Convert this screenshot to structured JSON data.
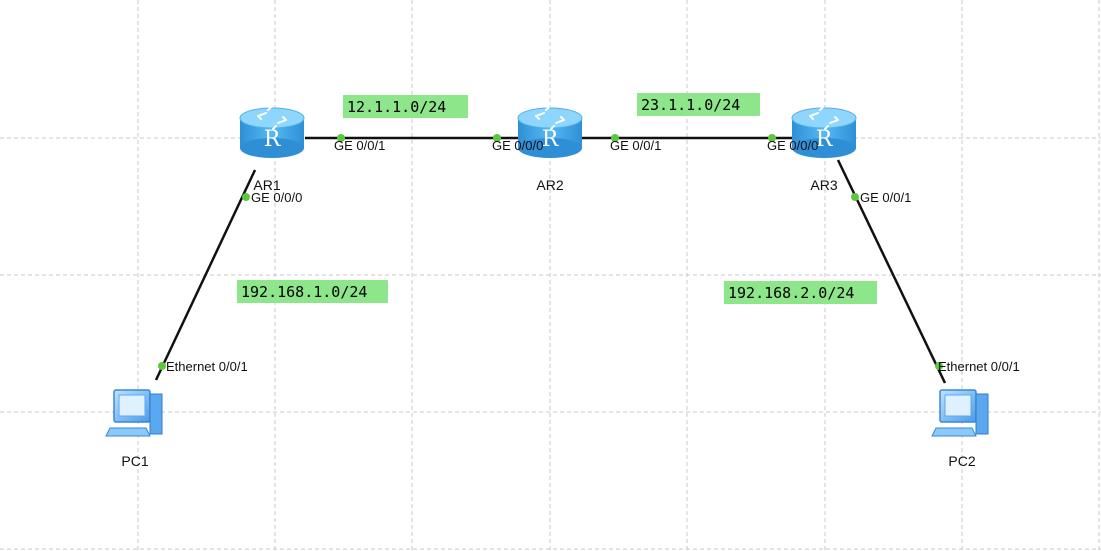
{
  "colors": {
    "grid": "#c8c8c8",
    "link": "#111111",
    "port_dot": "#5cc83c",
    "subnet_bg": "#8ee68a",
    "router_body": "#3fa8e8",
    "router_top": "#8fd6ff",
    "pc_body": "#5aa9f0"
  },
  "devices": {
    "ar1": {
      "name": "AR1",
      "icon": "router-icon"
    },
    "ar2": {
      "name": "AR2",
      "icon": "router-icon"
    },
    "ar3": {
      "name": "AR3",
      "icon": "router-icon"
    },
    "pc1": {
      "name": "PC1",
      "icon": "pc-icon"
    },
    "pc2": {
      "name": "PC2",
      "icon": "pc-icon"
    }
  },
  "interfaces": {
    "ar1_ge001": "GE 0/0/1",
    "ar1_ge000": "GE 0/0/0",
    "ar2_ge000": "GE 0/0/0",
    "ar2_ge001": "GE 0/0/1",
    "ar3_ge000": "GE 0/0/0",
    "ar3_ge001": "GE 0/0/1",
    "pc1_eth": "Ethernet 0/0/1",
    "pc2_eth": "Ethernet 0/0/1"
  },
  "subnets": {
    "ar1_ar2": "12.1.1.0/24",
    "ar2_ar3": "23.1.1.0/24",
    "ar1_pc1": "192.168.1.0/24",
    "ar3_pc2": "192.168.2.0/24"
  }
}
